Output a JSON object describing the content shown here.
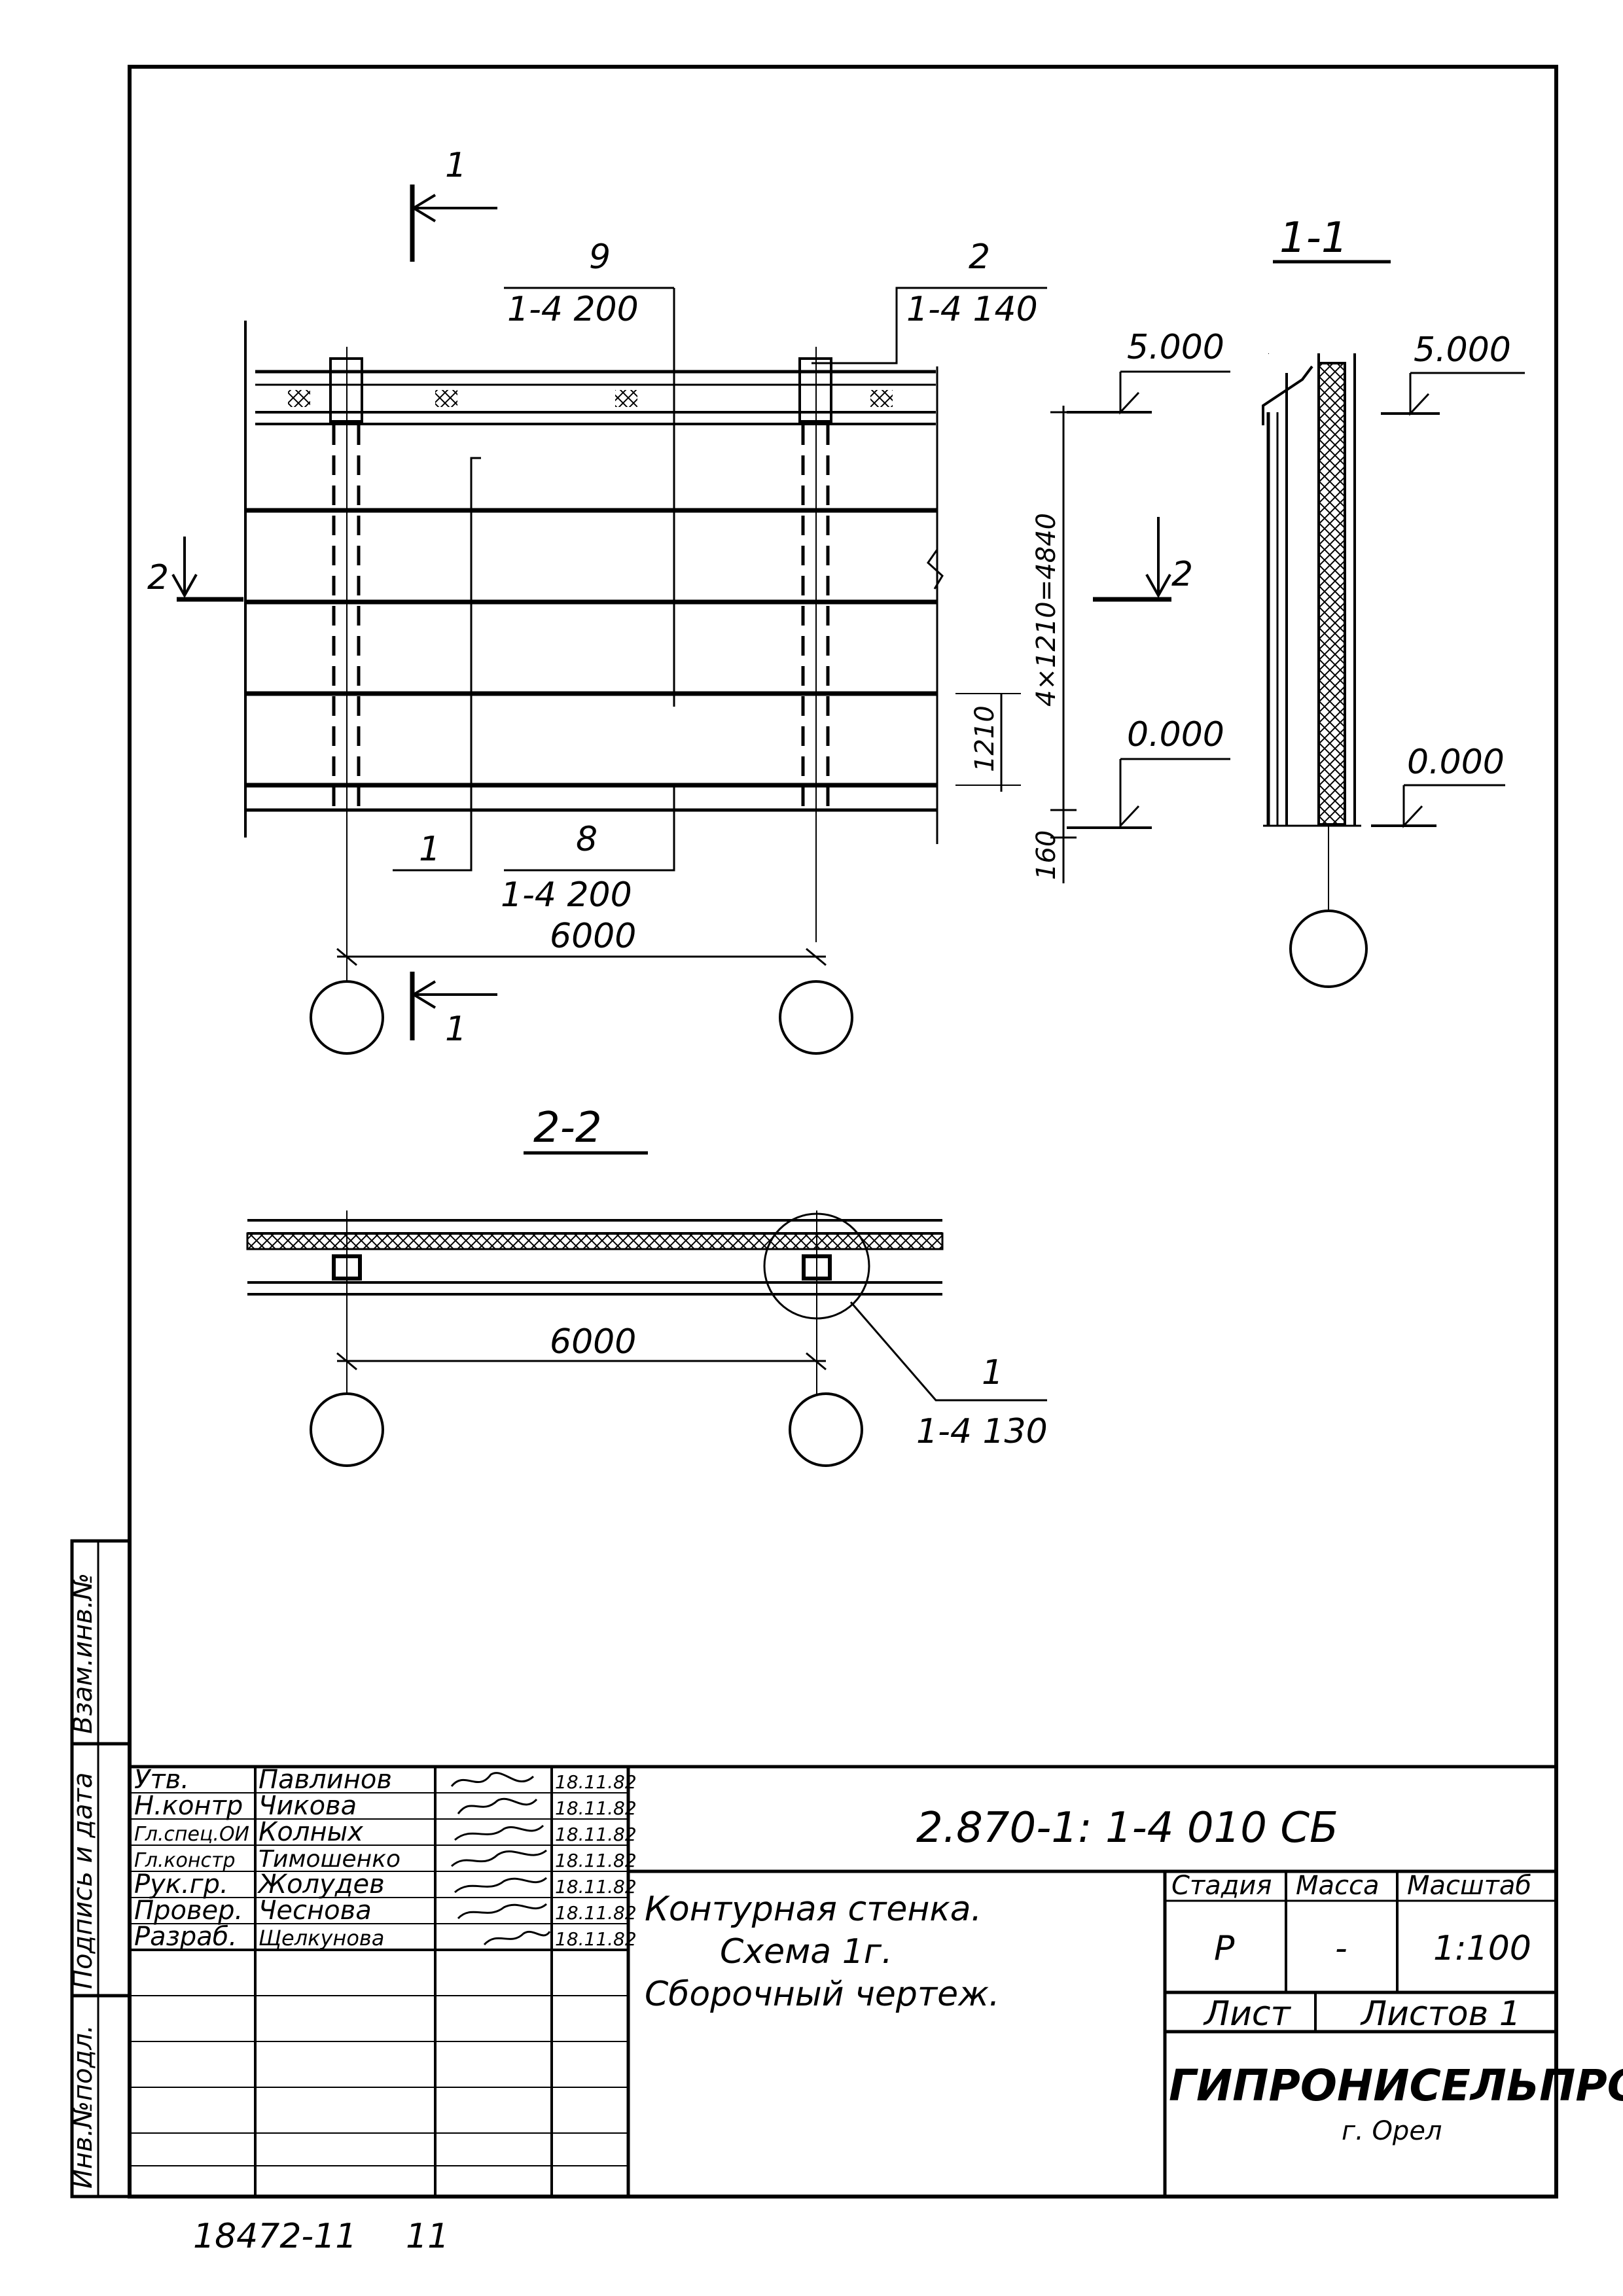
{
  "drawing": {
    "facade": {
      "callout_top_left": {
        "number": "9",
        "ref": "1-4 200"
      },
      "callout_top_right": {
        "number": "2",
        "ref": "1-4 140"
      },
      "callout_bottom_left": {
        "number": "1"
      },
      "callout_bottom_center": {
        "number": "8",
        "ref": "1-4 200"
      },
      "section_mark_top": "1",
      "section_mark_bottom": "1",
      "section_mark_left": "2",
      "section_mark_right": "2",
      "level_top": "5.000",
      "level_bottom": "0.000",
      "dim_total": "4×1210=4840",
      "dim_row": "1210",
      "dim_base": "160",
      "dim_span": "6000"
    },
    "section_1_1": {
      "title": "1-1",
      "level_top": "5.000",
      "level_bottom": "0.000"
    },
    "section_2_2": {
      "title": "2-2",
      "dim_span": "6000",
      "callout": {
        "number": "1",
        "ref": "1-4 130"
      }
    }
  },
  "side_stamp": {
    "cell1": "Взам.инв.№",
    "cell2": "Подпись и дата",
    "cell3": "Инв.№подл."
  },
  "title_block": {
    "document_code": "2.870-1: 1-4 010 СБ",
    "title_lines": [
      "Контурная стенка.",
      "Схема 1г.",
      "Сборочный чертеж."
    ],
    "stage_header": "Стадия",
    "mass_header": "Масса",
    "scale_header": "Масштаб",
    "stage_value": "Р",
    "mass_value": "-",
    "scale_value": "1:100",
    "sheet_label": "Лист",
    "sheets_label": "Листов 1",
    "organization": "ГИПРОНИСЕЛЬПРОМ",
    "city": "г. Орел",
    "signatures": [
      {
        "role": "Утв.",
        "name": "Павлинов",
        "date": "18.11.82"
      },
      {
        "role": "Н.контр",
        "name": "Чикова",
        "date": "18.11.82"
      },
      {
        "role": "Гл.спец.ОИ",
        "name": "Колных",
        "date": "18.11.82"
      },
      {
        "role": "Гл.констр",
        "name": "Тимошенко",
        "date": "18.11.82"
      },
      {
        "role": "Рук.гр.",
        "name": "Жолудев",
        "date": "18.11.82"
      },
      {
        "role": "Провер.",
        "name": "Чеснова",
        "date": "18.11.82"
      },
      {
        "role": "Разраб.",
        "name": "Щелкунова",
        "date": "18.11.82"
      }
    ]
  },
  "footer": {
    "archive_number": "18472-11",
    "page": "11"
  }
}
